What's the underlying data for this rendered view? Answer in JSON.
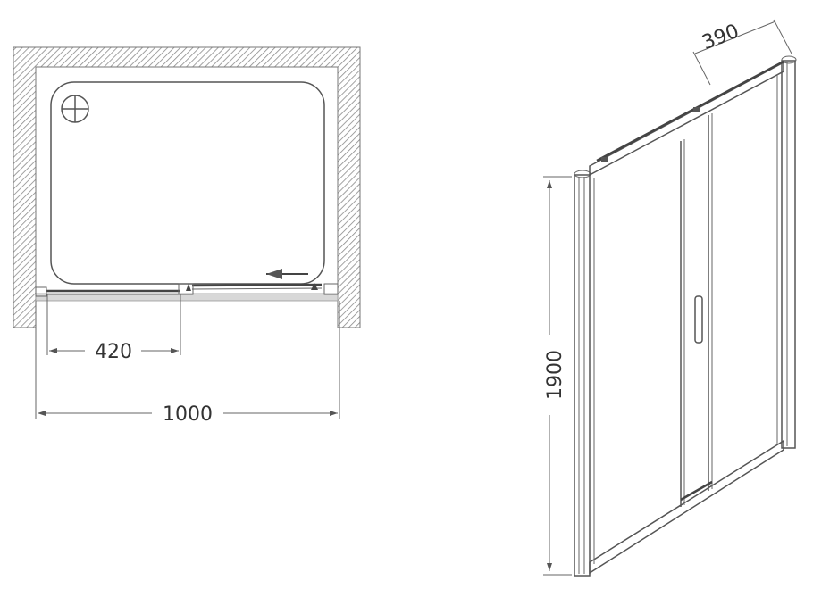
{
  "plan_view": {
    "door_opening_width": "420",
    "total_width": "1000"
  },
  "elevation_view": {
    "height": "1900",
    "depth": "390"
  },
  "colors": {
    "line": "#555555",
    "wall_hatch": "#8a8a8a",
    "rail_fill": "#d8d8d8"
  }
}
